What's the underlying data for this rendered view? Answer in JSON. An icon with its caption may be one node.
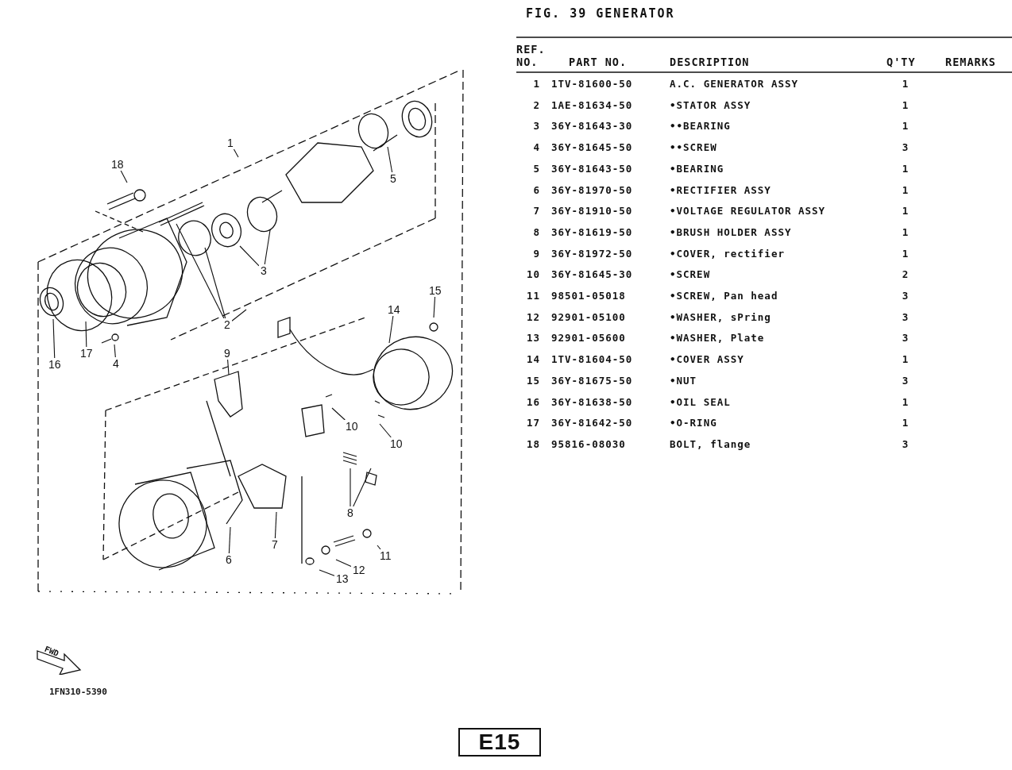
{
  "diagram": {
    "title": "FIG. 39 GENERATOR",
    "nodes": [
      {
        "text": [
          "1"
        ]
      },
      {
        "text": [
          "18"
        ]
      },
      {
        "text": [
          "5"
        ]
      },
      {
        "text": [
          "3"
        ]
      },
      {
        "text": [
          "2"
        ]
      },
      {
        "text": [
          "16"
        ]
      },
      {
        "text": [
          "17"
        ]
      },
      {
        "text": [
          "4"
        ]
      },
      {
        "text": [
          "15"
        ]
      },
      {
        "text": [
          "14"
        ]
      },
      {
        "text": [
          "9"
        ]
      },
      {
        "text": [
          "10"
        ]
      },
      {
        "text": [
          "10"
        ]
      },
      {
        "text": [
          "8"
        ]
      },
      {
        "text": [
          "6"
        ]
      },
      {
        "text": [
          "7"
        ]
      },
      {
        "text": [
          "11"
        ]
      },
      {
        "text": [
          "12"
        ]
      },
      {
        "text": [
          "13"
        ]
      }
    ],
    "edges": [
      {
        "from": 0,
        "to": null,
        "arrow": "none"
      },
      {
        "from": 1,
        "to": null,
        "arrow": "none"
      },
      {
        "from": 2,
        "to": null,
        "arrow": "none"
      },
      {
        "from": 3,
        "to": null,
        "arrow": "none"
      },
      {
        "from": 3,
        "to": null,
        "arrow": "none"
      },
      {
        "from": 4,
        "to": null,
        "arrow": "none"
      },
      {
        "from": 4,
        "to": null,
        "arrow": "none"
      },
      {
        "from": 4,
        "to": null,
        "arrow": "none"
      },
      {
        "from": 5,
        "to": null,
        "arrow": "none"
      },
      {
        "from": 6,
        "to": null,
        "arrow": "none"
      },
      {
        "from": 7,
        "to": null,
        "arrow": "none"
      },
      {
        "from": 8,
        "to": null,
        "arrow": "none"
      },
      {
        "from": 9,
        "to": null,
        "arrow": "none"
      },
      {
        "from": 10,
        "to": null,
        "arrow": "none"
      },
      {
        "from": 11,
        "to": null,
        "arrow": "none"
      },
      {
        "from": 12,
        "to": null,
        "arrow": "none"
      },
      {
        "from": 13,
        "to": null,
        "arrow": "none"
      },
      {
        "from": 13,
        "to": null,
        "arrow": "none"
      },
      {
        "from": 14,
        "to": null,
        "arrow": "none"
      },
      {
        "from": 15,
        "to": null,
        "arrow": "none"
      },
      {
        "from": 16,
        "to": null,
        "arrow": "none"
      },
      {
        "from": 17,
        "to": null,
        "arrow": "none"
      },
      {
        "from": 18,
        "to": null,
        "arrow": "none"
      }
    ],
    "labels": [
      "REF. NO.",
      "PART NO.",
      "DESCRIPTION",
      "Q'TY",
      "REMARKS",
      "1",
      "1TV-81600-50",
      "A.C. GENERATOR ASSY",
      "1",
      "2",
      "1AE-81634-50",
      "•STATOR ASSY",
      "1",
      "3",
      "36Y-81643-30",
      "••BEARING",
      "1",
      "4",
      "36Y-81645-50",
      "••SCREW",
      "3",
      "5",
      "36Y-81643-50",
      "•BEARING",
      "1",
      "6",
      "36Y-81970-50",
      "•RECTIFIER ASSY",
      "1",
      "7",
      "36Y-81910-50",
      "•VOLTAGE REGULATOR ASSY",
      "1",
      "8",
      "36Y-81619-50",
      "•BRUSH HOLDER ASSY",
      "1",
      "9",
      "36Y-81972-50",
      "•COVER, rectifier",
      "1",
      "10",
      "36Y-81645-30",
      "•SCREW",
      "2",
      "11",
      "98501-05018",
      "•SCREW, Pan head",
      "3",
      "12",
      "92901-05100",
      "•WASHER, sPring",
      "3",
      "13",
      "92901-05600",
      "•WASHER, Plate",
      "3",
      "14",
      "1TV-81604-50",
      "•COVER ASSY",
      "1",
      "15",
      "36Y-81675-50",
      "•NUT",
      "3",
      "16",
      "36Y-81638-50",
      "•OIL SEAL",
      "1",
      "17",
      "36Y-81642-50",
      "•O-RING",
      "1",
      "18",
      "95816-08030",
      "BOLT, flange",
      "3",
      "FWD",
      "1FN310-5390",
      "E15"
    ]
  }
}
